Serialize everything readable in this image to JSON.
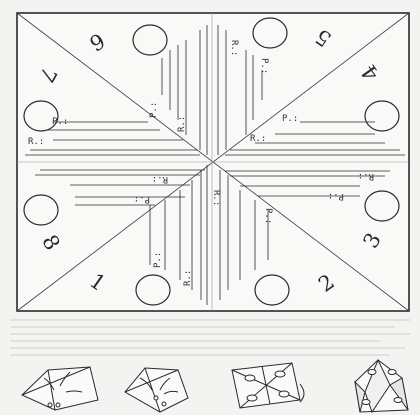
{
  "template": {
    "numbers": [
      "1",
      "2",
      "3",
      "4",
      "5",
      "6",
      "7",
      "8"
    ],
    "question_label": "P.:",
    "answer_label": "R.:"
  },
  "folding_steps": [
    {
      "name": "step-1-fold-corners-in"
    },
    {
      "name": "step-2-fold-again"
    },
    {
      "name": "step-3-fold-in-half"
    },
    {
      "name": "step-4-finished-fortune-teller"
    }
  ],
  "colors": {
    "paper": "#f3f3f1",
    "ink": "#2a2a2a",
    "print_through": "#c9c9c7"
  }
}
